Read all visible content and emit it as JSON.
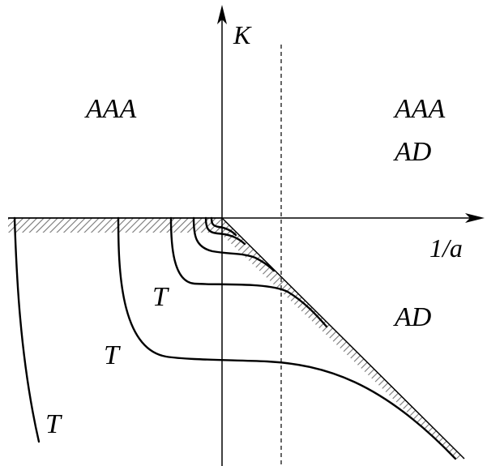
{
  "axes": {
    "vertical_label": "K",
    "horizontal_label": "1/a"
  },
  "regions": {
    "upper_left": "AAA",
    "upper_right_line1": "AAA",
    "upper_right_line2": "AD",
    "lower_right": "AD"
  },
  "curve_labels": [
    "T",
    "T",
    "T"
  ]
}
